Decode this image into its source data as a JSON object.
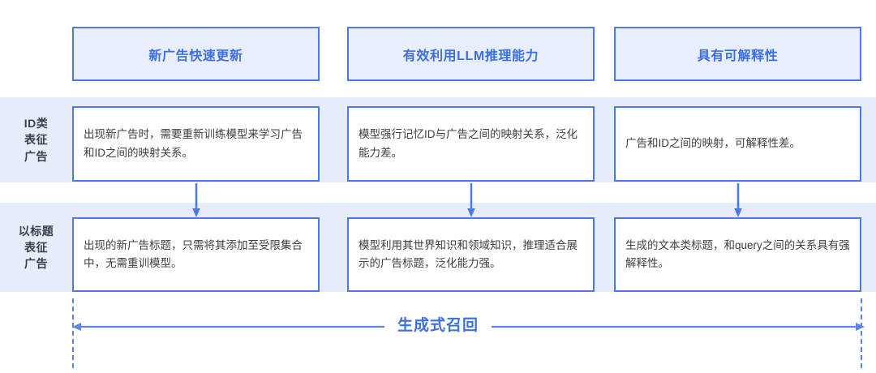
{
  "diagram": {
    "columns": [
      {
        "id": "col-fast-update",
        "header": "新广告快速更新"
      },
      {
        "id": "col-llm-reasoning",
        "header": "有效利用LLM推理能力"
      },
      {
        "id": "col-interpretable",
        "header": "具有可解释性"
      }
    ],
    "rows": [
      {
        "id": "row-id-based",
        "label_lines": [
          "ID类",
          "表征",
          "广告"
        ],
        "cells": [
          "出现新广告时，需要重新训练模型来学习广告和ID之间的映射关系。",
          "模型强行记忆ID与广告之间的映射关系，泛化能力差。",
          "广告和ID之间的映射，可解释性差。"
        ]
      },
      {
        "id": "row-title-based",
        "label_lines": [
          "以标题",
          "表征",
          "广告"
        ],
        "cells": [
          "出现的新广告标题，只需将其添加至受限集合中，无需重训模型。",
          "模型利用其世界知识和领域知识，推理适合展示的广告标题，泛化能力强。",
          "生成的文本类标题，和query之间的关系具有强解释性。"
        ]
      }
    ],
    "bottom_caption": "生成式召回",
    "colors": {
      "accent_blue": "#4a7aec",
      "header_text_blue": "#3c6fe0",
      "header_fill": "#e8eefc",
      "band_fill": "#e8edfb",
      "body_text": "#3c4043",
      "label_text": "#3a3f4b",
      "page_background": "#ffffff"
    },
    "icons": {
      "down_arrow": "down-arrow-icon",
      "double_arrow": "double-headed-arrow-icon"
    }
  }
}
